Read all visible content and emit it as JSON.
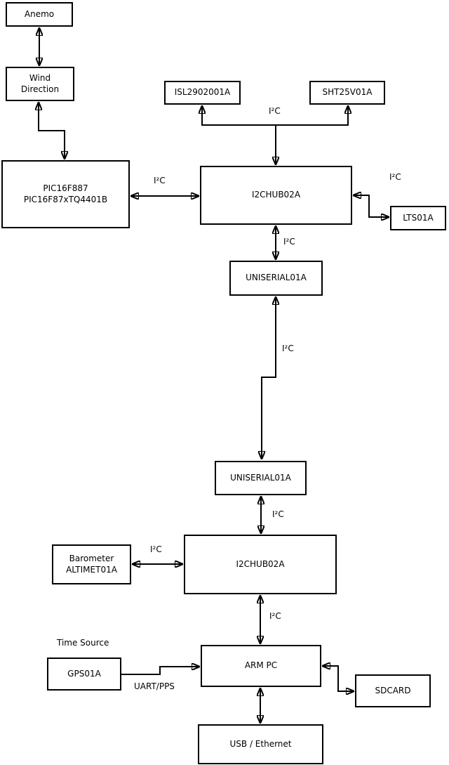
{
  "diagram": {
    "type": "block-diagram",
    "colors": {
      "background": "#ffffff",
      "box_fill": "#ffffff",
      "stroke": "#000000",
      "text": "#000000"
    },
    "nodes": {
      "anemo": {
        "label": "Anemo"
      },
      "wind": {
        "line1": "Wind",
        "line2": "Direction"
      },
      "pic": {
        "line1": "PIC16F887",
        "line2": "PIC16F87xTQ4401B"
      },
      "isl": {
        "label": "ISL2902001A"
      },
      "sht": {
        "label": "SHT25V01A"
      },
      "hub1": {
        "label": "I2CHUB02A"
      },
      "lts": {
        "label": "LTS01A"
      },
      "uniserial1": {
        "label": "UNISERIAL01A"
      },
      "uniserial2": {
        "label": "UNISERIAL01A"
      },
      "hub2": {
        "label": "I2CHUB02A"
      },
      "barometer": {
        "line1": "Barometer",
        "line2": "ALTIMET01A"
      },
      "gps": {
        "label": "GPS01A"
      },
      "armpc": {
        "label": "ARM PC"
      },
      "sdcard": {
        "label": "SDCARD"
      },
      "usb": {
        "label": "USB / Ethernet"
      }
    },
    "edge_labels": {
      "i2c_sensors": "I²C",
      "i2c_pic_hub1": "I²C",
      "i2c_hub1_lts": "I²C",
      "i2c_hub1_uniserial1": "I²C",
      "i2c_long_link": "I²C",
      "i2c_uniserial2_hub2": "I²C",
      "i2c_barometer_hub2": "I²C",
      "i2c_hub2_armpc": "I²C",
      "time_source": "Time Source",
      "uart_pps": "UART/PPS"
    }
  }
}
